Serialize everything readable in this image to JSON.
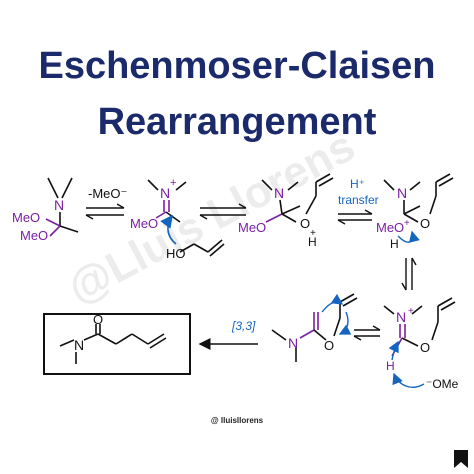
{
  "title_line1": "Eschenmoser-Claisen",
  "title_line2": "Rearrangement",
  "credit": "@ lluisllorens",
  "watermark": "@Lluis Llorens",
  "colors": {
    "title": "#1b2a6b",
    "purple": "#7b1fa2",
    "arrow_blue": "#1565c0",
    "black": "#111111"
  },
  "labels": {
    "N": "N",
    "MeO": "MeO",
    "HO": "HO",
    "O": "O",
    "H": "H",
    "plus": "+",
    "minus_meo": "-MeO⁻",
    "h_plus": "H⁺",
    "transfer": "transfer",
    "sigmatropic": "[3,3]",
    "ome_anion": "⁻OMe"
  },
  "icons": {
    "bookmark": "bookmark-icon"
  }
}
